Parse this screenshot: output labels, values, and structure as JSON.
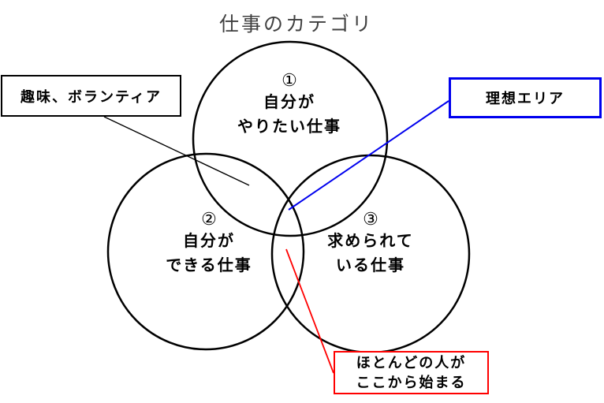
{
  "title": "仕事のカテゴリ",
  "colors": {
    "background": "#ffffff",
    "circle_stroke": "#000000",
    "title_text": "#404040",
    "hobby_callout_border": "#000000",
    "ideal_callout_border": "#0000ee",
    "start_callout_border": "#ff0000",
    "label_text": "#000000"
  },
  "circles": [
    {
      "number": "①",
      "line1": "自分が",
      "line2": "やりたい仕事"
    },
    {
      "number": "②",
      "line1": "自分が",
      "line2": "できる仕事"
    },
    {
      "number": "③",
      "line1": "求められて",
      "line2": "いる仕事"
    }
  ],
  "callouts": [
    {
      "text": "趣味、ボランティア"
    },
    {
      "text": "理想エリア"
    },
    {
      "line1": "ほとんどの人が",
      "line2": "ここから始まる"
    }
  ]
}
